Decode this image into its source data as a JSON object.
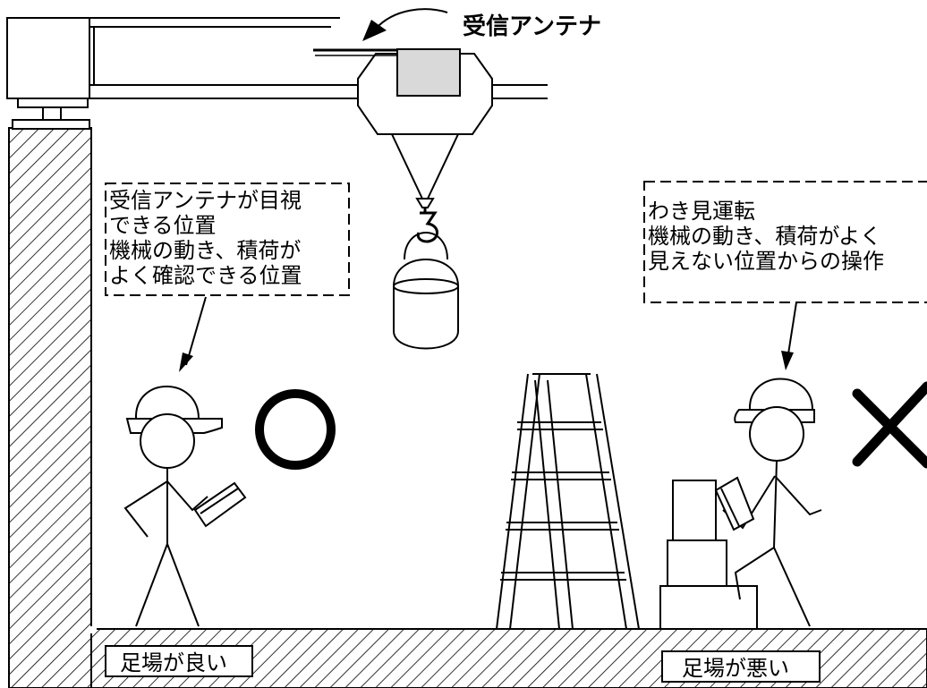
{
  "antenna_label": "受信アンテナ",
  "good_callout": {
    "lines": [
      "受信アンテナが目視",
      "できる位置",
      "機械の動き、積荷が",
      "よく確認できる位置"
    ]
  },
  "bad_callout": {
    "lines": [
      "わき見運転",
      "機械の動き、積荷がよく",
      "見えない位置からの操作"
    ]
  },
  "good_mark": "〇",
  "bad_mark": "×",
  "good_footing_label": "足場が良い",
  "bad_footing_label": "足場が悪い"
}
